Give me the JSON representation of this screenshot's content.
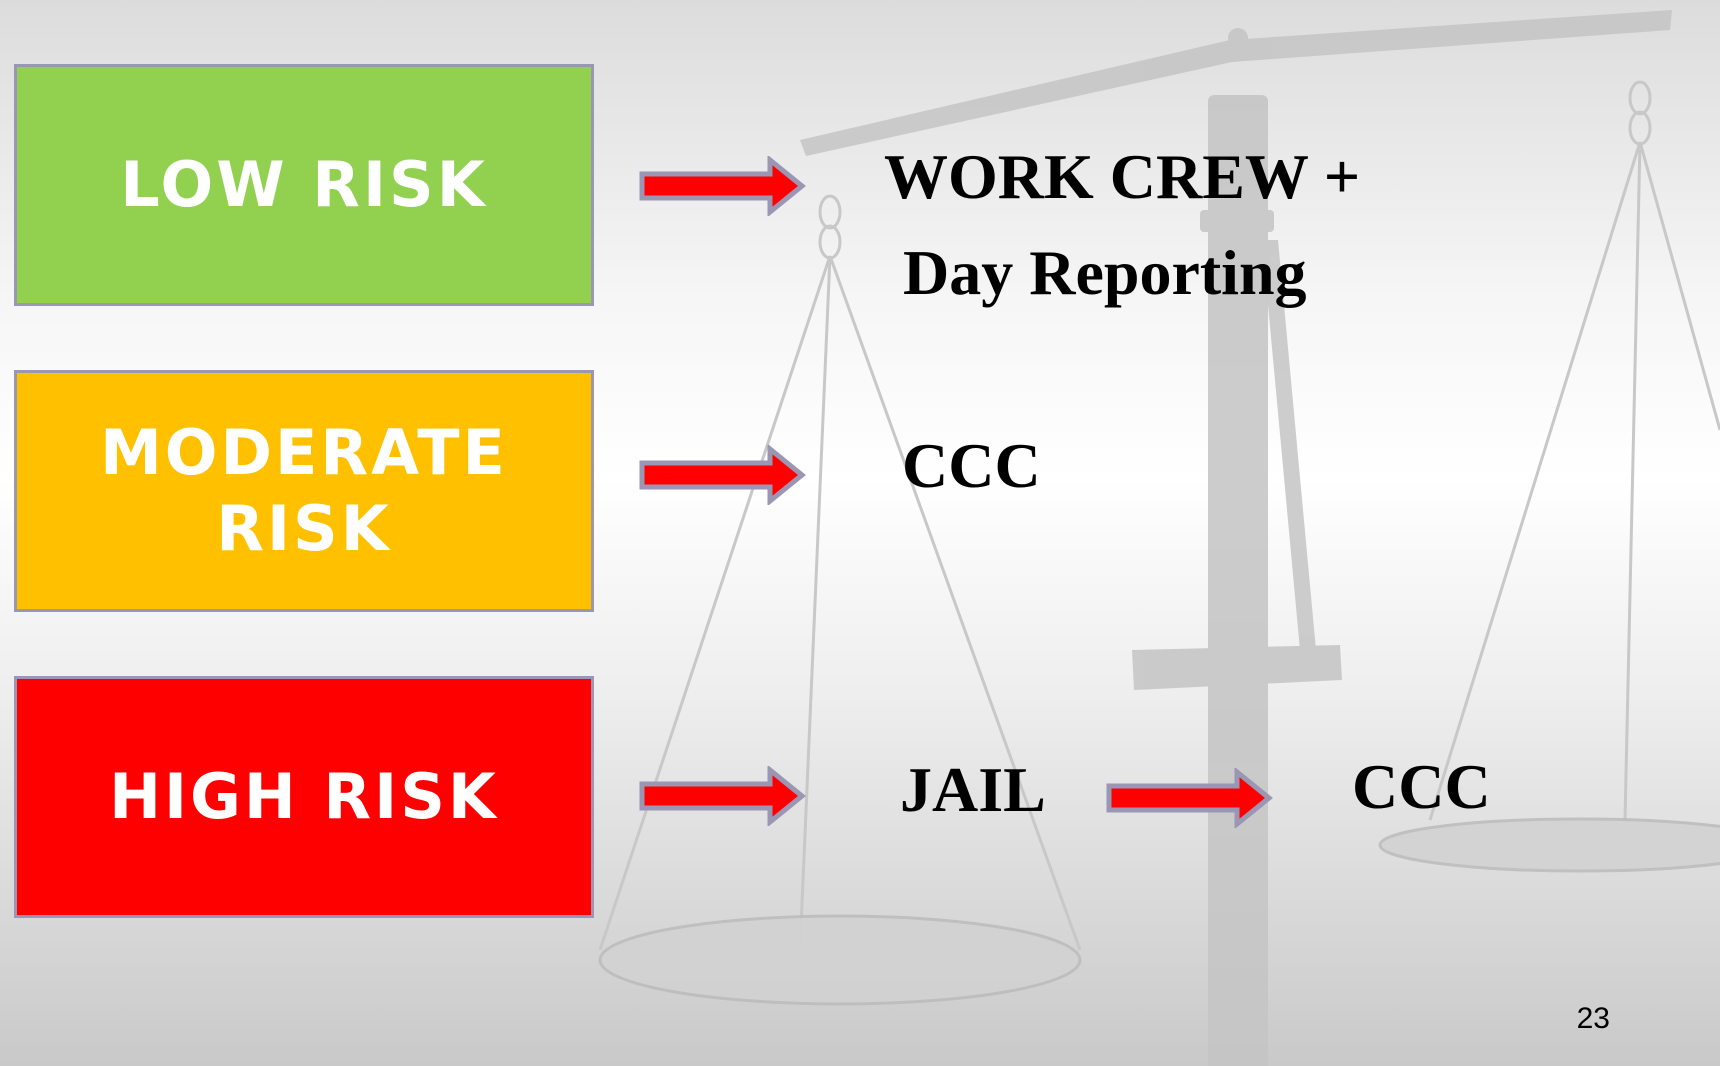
{
  "risk_levels": [
    {
      "label": "LOW RISK",
      "color": "#92d050"
    },
    {
      "label": "MODERATE RISK",
      "color": "#ffc000"
    },
    {
      "label": "HIGH RISK",
      "color": "#ff0000"
    }
  ],
  "outcomes": {
    "low_line1": "WORK CREW +",
    "low_line2": "Day Reporting",
    "moderate": "CCC",
    "high_first": "JAIL",
    "high_second": "CCC"
  },
  "arrow_color": "#ff0000",
  "arrow_outline_color": "#9a96b3",
  "background_image": "scale-of-justice",
  "page_number": "23"
}
